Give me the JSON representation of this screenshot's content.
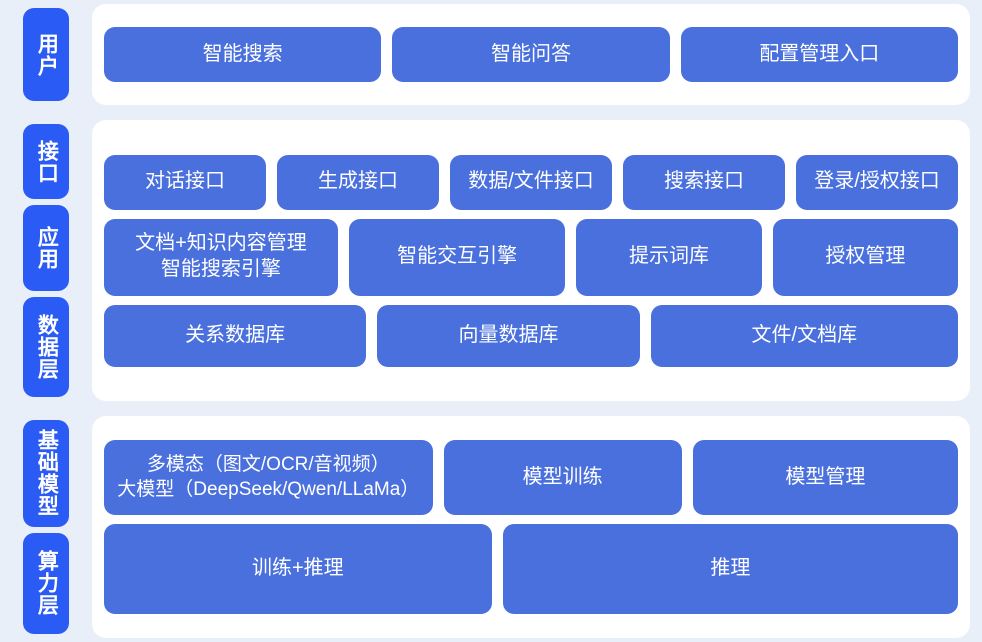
{
  "colors": {
    "background": "#e9eff9",
    "panel": "#ffffff",
    "tab": "#2a5bf5",
    "card": "#4a70de",
    "card_text": "#ffffff"
  },
  "sections": [
    {
      "id": "user",
      "tabs": [
        "用户"
      ],
      "rows": [
        {
          "cards": [
            {
              "label": "智能搜索",
              "flex": 1
            },
            {
              "label": "智能问答",
              "flex": 1
            },
            {
              "label": "配置管理入口",
              "flex": 1
            }
          ]
        }
      ]
    },
    {
      "id": "platform",
      "tabs": [
        "接口",
        "应用",
        "数据层"
      ],
      "rows": [
        {
          "cards": [
            {
              "label": "对话接口",
              "flex": 1
            },
            {
              "label": "生成接口",
              "flex": 1
            },
            {
              "label": "数据/文件接口",
              "flex": 1
            },
            {
              "label": "搜索接口",
              "flex": 1
            },
            {
              "label": "登录/授权接口",
              "flex": 1
            }
          ]
        },
        {
          "cards": [
            {
              "label": "文档+知识内容管理\n智能搜索引擎",
              "flex": 1.28
            },
            {
              "label": "智能交互引擎",
              "flex": 1.18
            },
            {
              "label": "提示词库",
              "flex": 1
            },
            {
              "label": "授权管理",
              "flex": 1
            }
          ]
        },
        {
          "cards": [
            {
              "label": "关系数据库",
              "flex": 1
            },
            {
              "label": "向量数据库",
              "flex": 1
            },
            {
              "label": "文件/文档库",
              "flex": 1.18
            }
          ]
        }
      ]
    },
    {
      "id": "foundation",
      "tabs": [
        "基础模型",
        "算力层"
      ],
      "rows": [
        {
          "cards": [
            {
              "label": "多模态（图文/OCR/音视频）\n大模型（DeepSeek/Qwen/LLaMa）",
              "flex": 1.4
            },
            {
              "label": "模型训练",
              "flex": 1
            },
            {
              "label": "模型管理",
              "flex": 1.12
            }
          ]
        },
        {
          "cards": [
            {
              "label": "训练+推理",
              "flex": 1
            },
            {
              "label": "推理",
              "flex": 1.18
            }
          ]
        }
      ]
    }
  ]
}
